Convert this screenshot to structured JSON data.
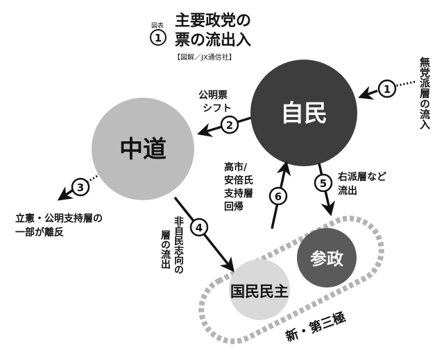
{
  "figure": {
    "label": "図表",
    "number": "1",
    "title_line1": "主要政党の",
    "title_line2": "票の流出入",
    "credit": "【図解／JX通信社】"
  },
  "parties": {
    "jimin": "自民",
    "chudo": "中道",
    "kokumin": "国民民主",
    "sansei": "参政"
  },
  "group_label": "新・第三極",
  "flows": {
    "f1": {
      "number": "1",
      "label": "無党派層の流入"
    },
    "f2": {
      "number": "2",
      "line1": "公明票",
      "line2": "シフト"
    },
    "f3": {
      "number": "3",
      "line1": "立憲・公明支持層の",
      "line2": "一部が離反"
    },
    "f4": {
      "number": "4",
      "col1": "非自民志向の",
      "col2": "層の流出"
    },
    "f5": {
      "number": "5",
      "line1": "右派層など",
      "line2": "流出"
    },
    "f6": {
      "number": "6",
      "line1": "高市/",
      "line2": "安倍氏",
      "line3": "支持層",
      "line4": "回帰"
    }
  },
  "colors": {
    "jimin_fill": "#3d3d3d",
    "chudo_fill": "#bcbcbc",
    "sansei_fill": "#5a5a5a",
    "kokumin_fill": "#d9d9d9",
    "group_border": "#b3b3b3",
    "arrow": "#111111"
  }
}
